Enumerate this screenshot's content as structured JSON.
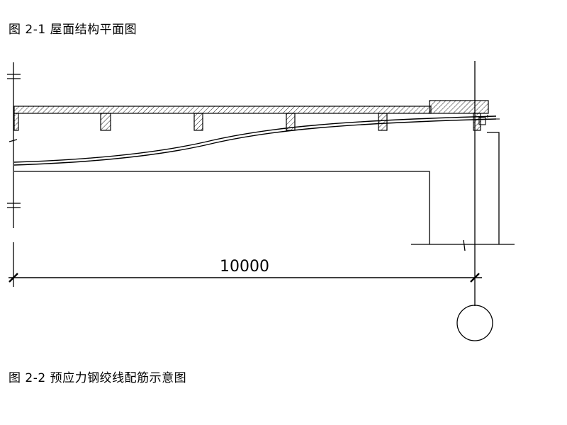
{
  "figure_top": {
    "caption": "图 2-1 屋面结构平面图"
  },
  "figure_bottom": {
    "caption": "图 2-2 预应力钢绞线配筋示意图"
  },
  "dimension": {
    "span_label": "10000"
  },
  "colors": {
    "line": "#000000",
    "background": "#ffffff"
  }
}
